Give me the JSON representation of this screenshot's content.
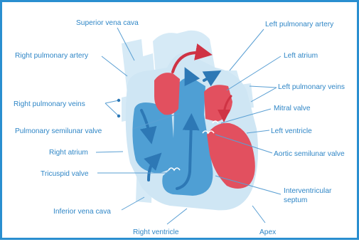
{
  "colors": {
    "border": "#2a8fd0",
    "label": "#2f86c6",
    "leader_line": "#5a9fd3",
    "vessel": "#d6eaf6",
    "heart_shell": "#cfe6f4",
    "deoxygenated": "#4f9fd4",
    "deoxygenated_arrow": "#2d78b5",
    "oxygenated": "#e2505f",
    "oxygenated_arrow": "#cf3344"
  },
  "labels": {
    "superior_vena_cava": "Superior vena cava",
    "right_pulmonary_artery": "Right pulmonary artery",
    "right_pulmonary_veins": "Right pulmonary veins",
    "pulmonary_semilunar_valve": "Pulmonary semilunar valve",
    "right_atrium": "Right atrium",
    "tricuspid_valve": "Tricuspid valve",
    "inferior_vena_cava": "Inferior vena cava",
    "right_ventricle": "Right ventricle",
    "apex": "Apex",
    "interventricular_septum_line1": "Interventricular",
    "interventricular_septum_line2": "septum",
    "aortic_semilunar_valve": "Aortic semilunar valve",
    "left_ventricle": "Left ventricle",
    "mitral_valve": "Mitral valve",
    "left_pulmonary_veins": "Left pulmonary veins",
    "left_atrium": "Left atrium",
    "left_pulmonary_artery": "Left pulmonary artery"
  }
}
